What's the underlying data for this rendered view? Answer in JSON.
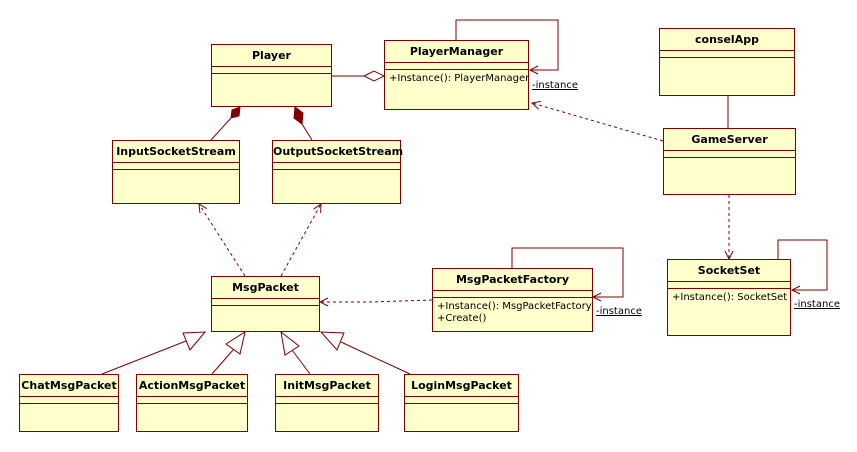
{
  "classes": {
    "player": {
      "name": "Player",
      "operations": []
    },
    "player_manager": {
      "name": "PlayerManager",
      "operations": [
        "+Instance(): PlayerManager"
      ]
    },
    "consel_app": {
      "name": "conselApp",
      "operations": []
    },
    "game_server": {
      "name": "GameServer",
      "operations": []
    },
    "input_socket_stream": {
      "name": "InputSocketStream",
      "operations": []
    },
    "output_socket_stream": {
      "name": "OutputSocketStream",
      "operations": []
    },
    "msg_packet": {
      "name": "MsgPacket",
      "operations": []
    },
    "msg_packet_factory": {
      "name": "MsgPacketFactory",
      "operations": [
        "+Instance(): MsgPacketFactory",
        "+Create()"
      ]
    },
    "socket_set": {
      "name": "SocketSet",
      "operations": [
        "+Instance(): SocketSet"
      ]
    },
    "chat_msg_packet": {
      "name": "ChatMsgPacket",
      "operations": []
    },
    "action_msg_packet": {
      "name": "ActionMsgPacket",
      "operations": []
    },
    "init_msg_packet": {
      "name": "InitMsgPacket",
      "operations": []
    },
    "login_msg_packet": {
      "name": "LoginMsgPacket",
      "operations": []
    }
  },
  "role_labels": {
    "player_manager_instance": "-instance",
    "msg_packet_factory_instance": "-instance",
    "socket_set_instance": "-instance"
  },
  "colors": {
    "class_fill": "#ffffcc",
    "line": "#800000"
  }
}
